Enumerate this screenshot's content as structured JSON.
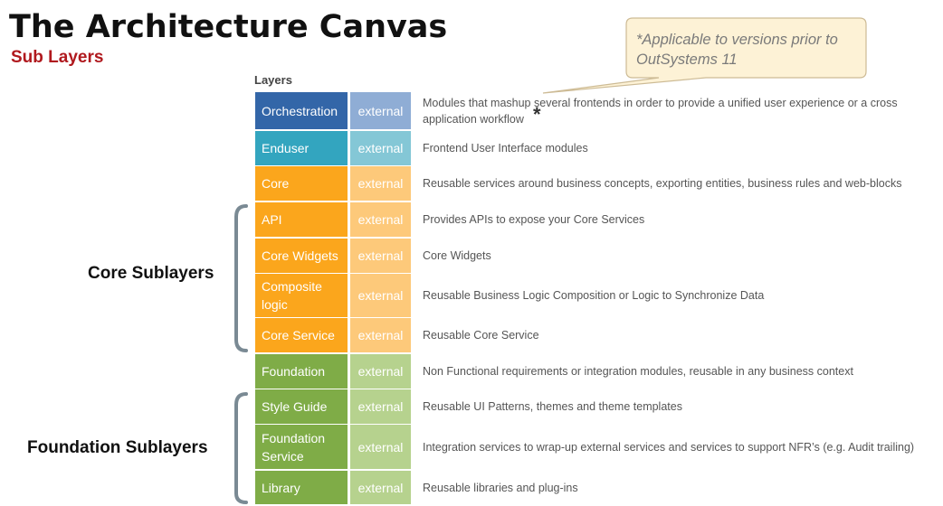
{
  "title": "The Architecture Canvas",
  "subtitle": "Sub Layers",
  "layers_header": "Layers",
  "callout": {
    "text": "*Applicable to versions prior to OutSystems 11",
    "marker": "*"
  },
  "colors": {
    "orchestration": "#3366a8",
    "orchestration_ext": "#8fadd5",
    "enduser": "#33a5bf",
    "enduser_ext": "#84c7d6",
    "core": "#fba61c",
    "core_ext": "#fdc97a",
    "foundation": "#7fac47",
    "foundation_ext": "#b6d28e",
    "callout_fill": "#fdf2d6",
    "callout_border": "#cdbb95",
    "brace": "#7a8a94"
  },
  "layers": [
    {
      "name": "Orchestration",
      "ext": "external",
      "desc": "Modules that mashup several frontends in order to provide a unified user experience or a cross application workflow",
      "color_key": "orchestration"
    },
    {
      "name": "Enduser",
      "ext": "external",
      "desc": "Frontend User Interface modules",
      "color_key": "enduser"
    },
    {
      "name": "Core",
      "ext": "external",
      "desc": "Reusable services around business concepts, exporting entities, business rules and web-blocks",
      "color_key": "core"
    },
    {
      "name": "API",
      "ext": "external",
      "desc": "Provides APIs to expose your Core Services",
      "color_key": "core"
    },
    {
      "name": "Core Widgets",
      "ext": "external",
      "desc": "Core Widgets",
      "color_key": "core"
    },
    {
      "name": "Composite logic",
      "ext": "external",
      "desc": "Reusable Business Logic Composition or Logic to Synchronize Data",
      "color_key": "core"
    },
    {
      "name": "Core Service",
      "ext": "external",
      "desc": "Reusable Core Service",
      "color_key": "core"
    },
    {
      "name": "Foundation",
      "ext": "external",
      "desc": "Non Functional requirements or integration modules, reusable in any business context",
      "color_key": "foundation"
    },
    {
      "name": "Style Guide",
      "ext": "external",
      "desc": "Reusable UI Patterns, themes and theme templates",
      "color_key": "foundation"
    },
    {
      "name": "Foundation Service",
      "ext": "external",
      "desc": "Integration services to wrap-up external services and services to support NFR’s (e.g. Audit trailing)",
      "color_key": "foundation"
    },
    {
      "name": "Library",
      "ext": "external",
      "desc": "Reusable libraries and plug-ins",
      "color_key": "foundation"
    }
  ],
  "groups": {
    "core": "Core Sublayers",
    "foundation": "Foundation Sublayers"
  }
}
